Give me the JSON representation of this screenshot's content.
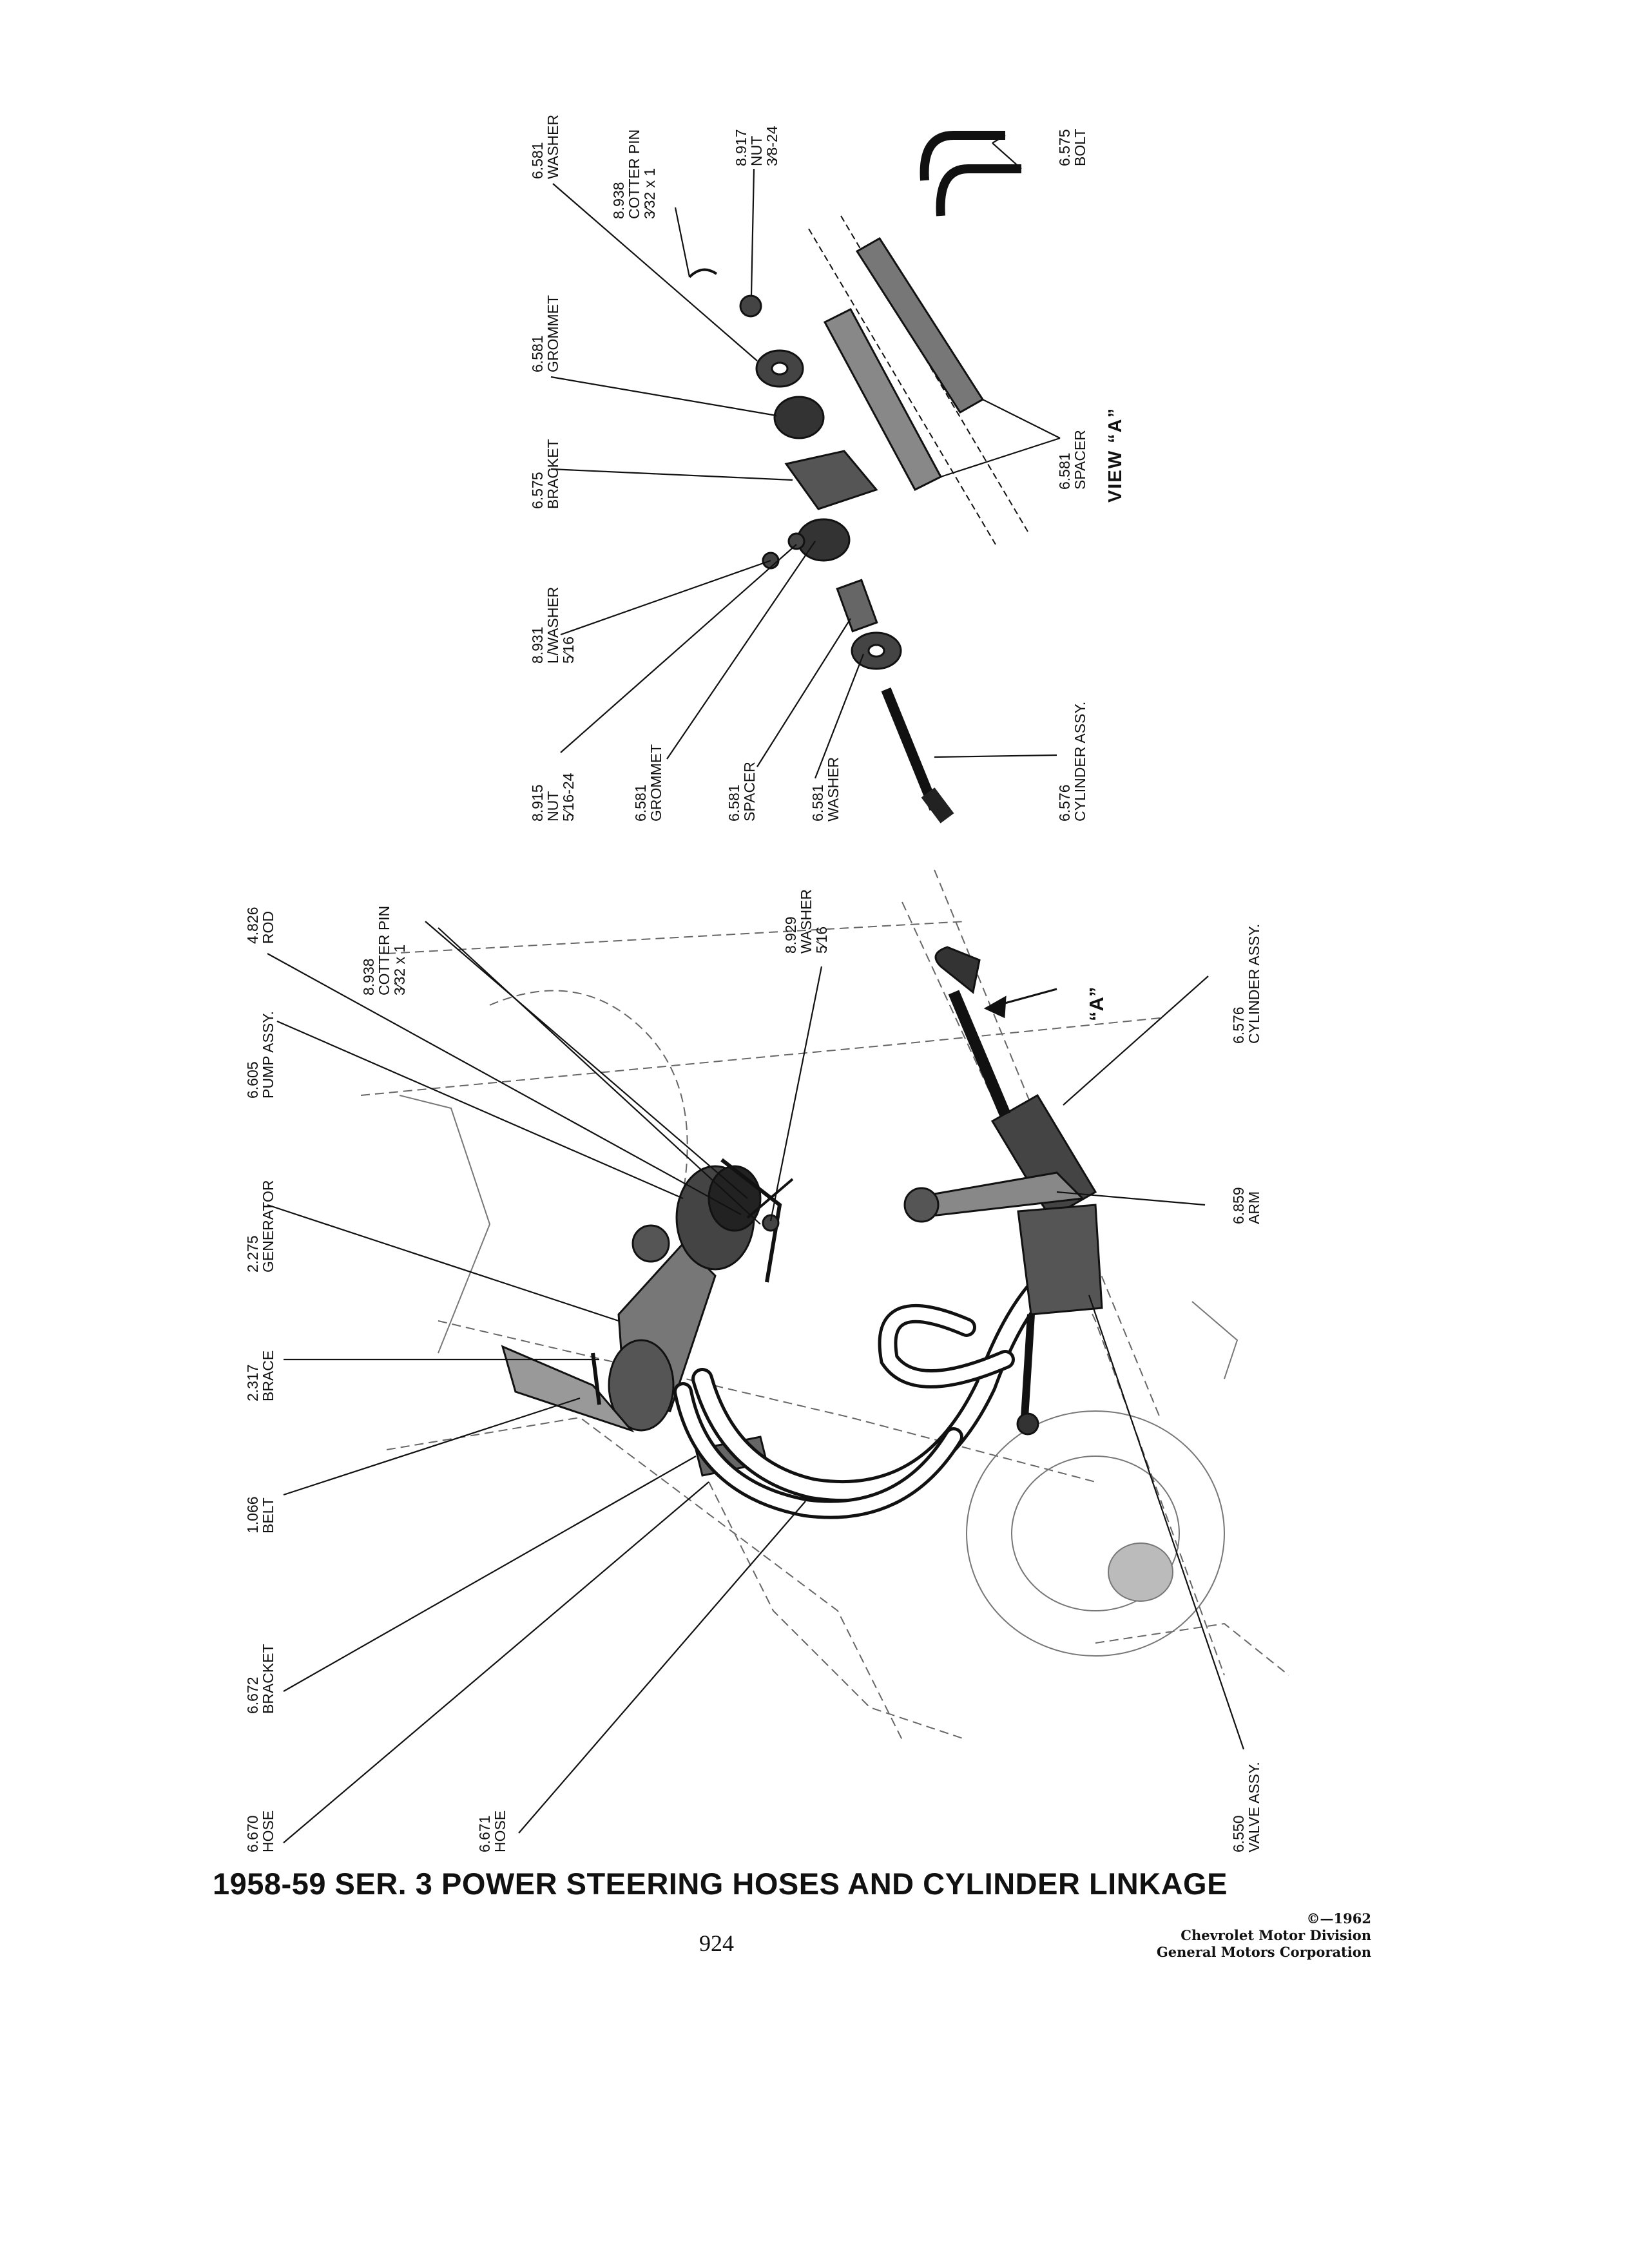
{
  "page": {
    "title": "1958-59 SER. 3 POWER STEERING HOSES AND CYLINDER LINKAGE",
    "page_number": "924",
    "copyright": [
      "©—1962",
      "Chevrolet Motor Division",
      "General Motors Corporation"
    ]
  },
  "view_a": {
    "title": "VIEW “A”",
    "labels": {
      "washer_top": [
        "6.581",
        "WASHER"
      ],
      "cotter_pin_top": [
        "8.938",
        "COTTER PIN",
        "3⁄32 x 1"
      ],
      "nut_top": [
        "8.917",
        "NUT",
        "3⁄8-24"
      ],
      "bolt": [
        "6.575",
        "BOLT"
      ],
      "grommet_top": [
        "6.581",
        "GROMMET"
      ],
      "bracket": [
        "6.575",
        "BRACKET"
      ],
      "lwasher": [
        "8.931",
        "L/WASHER",
        "5⁄16"
      ],
      "spacer_right": [
        "6.581",
        "SPACER"
      ],
      "nut_bottom": [
        "8.915",
        "NUT",
        "5⁄16-24"
      ],
      "grommet_bottom": [
        "6.581",
        "GROMMET"
      ],
      "spacer_bottom": [
        "6.581",
        "SPACER"
      ],
      "washer_bottom": [
        "6.581",
        "WASHER"
      ],
      "cylinder_assy": [
        "6.576",
        "CYLINDER ASSY."
      ]
    }
  },
  "main_view": {
    "a_callout": "“A”",
    "labels": {
      "rod": [
        "4.826",
        "ROD"
      ],
      "cotter_pin": [
        "8.938",
        "COTTER PIN",
        "3⁄32 x 1"
      ],
      "washer": [
        "8.929",
        "WASHER",
        "5⁄16"
      ],
      "pump": [
        "6.605",
        "PUMP ASSY."
      ],
      "generator": [
        "2.275",
        "GENERATOR"
      ],
      "brace": [
        "2.317",
        "BRACE"
      ],
      "belt": [
        "1.066",
        "BELT"
      ],
      "bracket": [
        "6.672",
        "BRACKET"
      ],
      "hose_6670": [
        "6.670",
        "HOSE"
      ],
      "hose_6671": [
        "6.671",
        "HOSE"
      ],
      "cylinder_assy": [
        "6.576",
        "CYLINDER ASSY."
      ],
      "arm": [
        "6.859",
        "ARM"
      ],
      "valve_assy": [
        "6.550",
        "VALVE ASSY."
      ]
    }
  }
}
